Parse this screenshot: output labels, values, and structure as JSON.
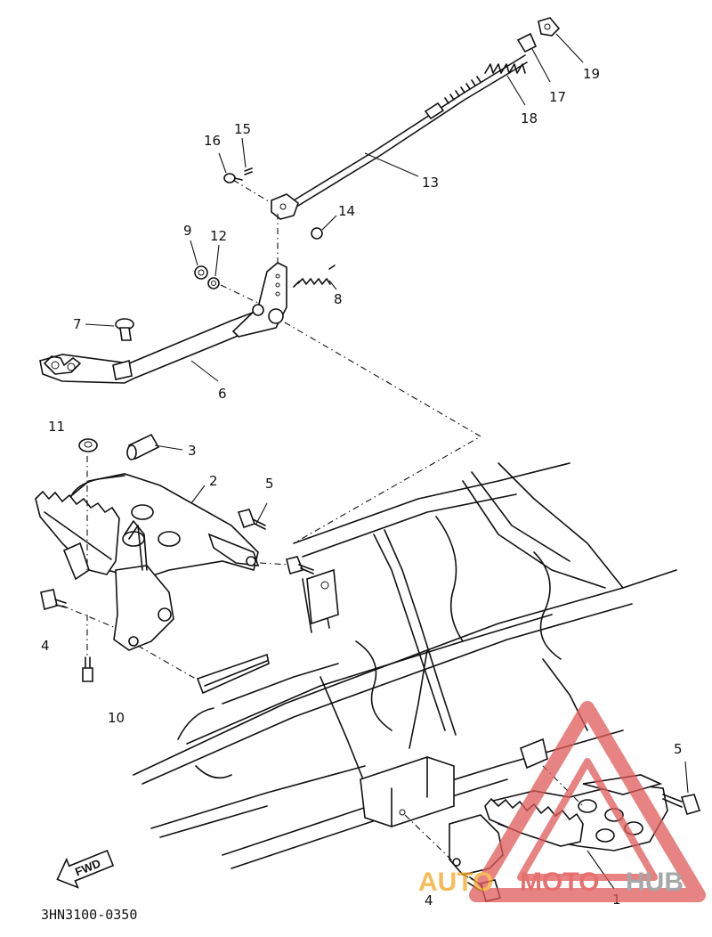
{
  "diagram": {
    "callouts": {
      "c1": "1",
      "c2": "2",
      "c3": "3",
      "c4a": "4",
      "c4b": "4",
      "c5a": "5",
      "c5b": "5",
      "c6": "6",
      "c7": "7",
      "c8": "8",
      "c9": "9",
      "c10": "10",
      "c11": "11",
      "c12": "12",
      "c13": "13",
      "c14": "14",
      "c15": "15",
      "c16": "16",
      "c17": "17",
      "c18": "18",
      "c19": "19"
    },
    "part_code": "3HN3100-0350",
    "fwd_label": "FWD"
  },
  "watermark": {
    "text_a": "AUTO",
    "text_b": "MOTO",
    "text_c": "HUB",
    "colors": {
      "triangle": "#e05a5a",
      "orange": "#f5a623",
      "red": "#e04040",
      "gray": "#8a8a8a"
    }
  }
}
